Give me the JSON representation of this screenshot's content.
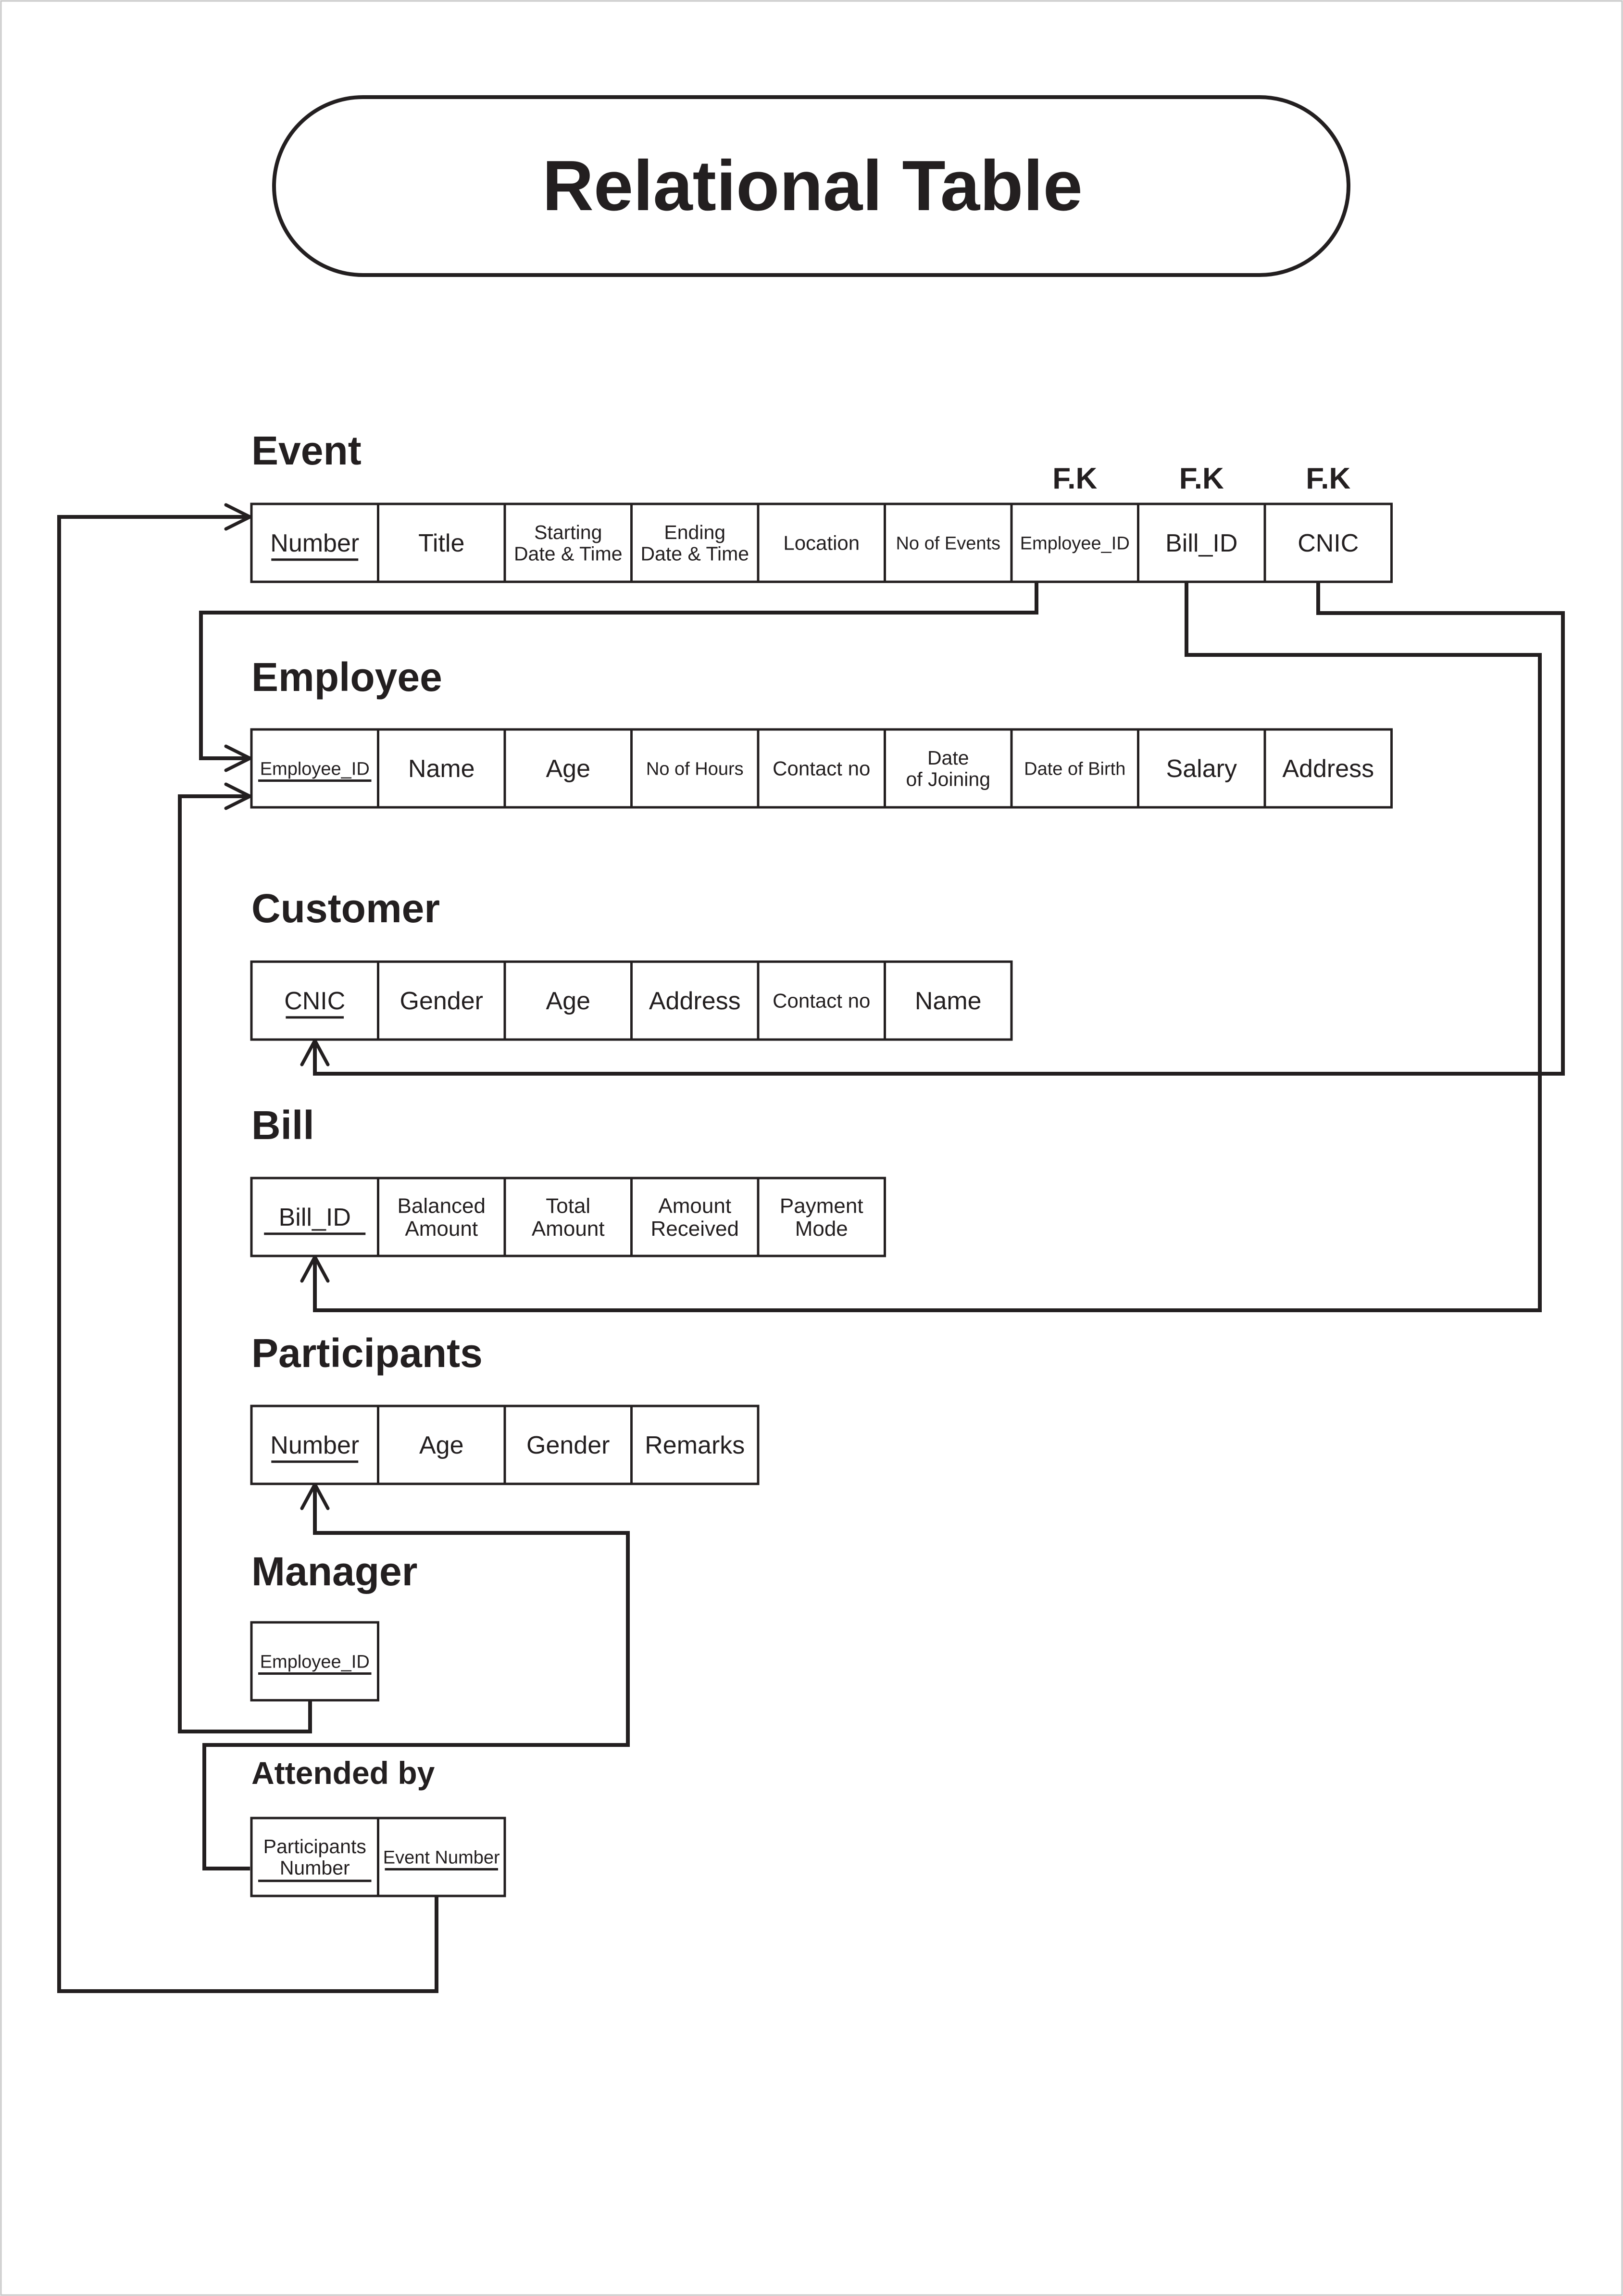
{
  "title": "Relational Table",
  "foreign_key_label": "F.K",
  "tables": [
    {
      "name": "Event",
      "columns": [
        {
          "label": "Number",
          "pk": true
        },
        {
          "label": "Title"
        },
        {
          "label": "Starting\nDate & Time"
        },
        {
          "label": "Ending\nDate & Time"
        },
        {
          "label": "Location"
        },
        {
          "label": "No of Events"
        },
        {
          "label": "Employee_ID",
          "fk": true
        },
        {
          "label": "Bill_ID",
          "fk": true
        },
        {
          "label": "CNIC",
          "fk": true
        }
      ]
    },
    {
      "name": "Employee",
      "columns": [
        {
          "label": "Employee_ID",
          "pk": true
        },
        {
          "label": "Name"
        },
        {
          "label": "Age"
        },
        {
          "label": "No of Hours"
        },
        {
          "label": "Contact no"
        },
        {
          "label": "Date\nof Joining"
        },
        {
          "label": "Date of Birth"
        },
        {
          "label": "Salary"
        },
        {
          "label": "Address"
        }
      ]
    },
    {
      "name": "Customer",
      "columns": [
        {
          "label": "CNIC",
          "pk": true
        },
        {
          "label": "Gender"
        },
        {
          "label": "Age"
        },
        {
          "label": "Address"
        },
        {
          "label": "Contact no"
        },
        {
          "label": "Name"
        }
      ]
    },
    {
      "name": "Bill",
      "columns": [
        {
          "label": "Bill_ID",
          "pk": true
        },
        {
          "label": "Balanced\nAmount"
        },
        {
          "label": "Total\nAmount"
        },
        {
          "label": "Amount\nReceived"
        },
        {
          "label": "Payment\nMode"
        }
      ]
    },
    {
      "name": "Participants",
      "columns": [
        {
          "label": "Number",
          "pk": true
        },
        {
          "label": "Age"
        },
        {
          "label": "Gender"
        },
        {
          "label": "Remarks"
        }
      ]
    },
    {
      "name": "Manager",
      "columns": [
        {
          "label": "Employee_ID",
          "pk": true
        }
      ]
    },
    {
      "name": "Attended by",
      "columns": [
        {
          "label": "Participants\nNumber",
          "pk": true
        },
        {
          "label": "Event Number",
          "pk": true
        }
      ]
    }
  ],
  "relationships": [
    {
      "from_table": "Event",
      "from_column": "Employee_ID",
      "to_table": "Employee",
      "to_column": "Employee_ID"
    },
    {
      "from_table": "Event",
      "from_column": "Bill_ID",
      "to_table": "Bill",
      "to_column": "Bill_ID"
    },
    {
      "from_table": "Event",
      "from_column": "CNIC",
      "to_table": "Customer",
      "to_column": "CNIC"
    },
    {
      "from_table": "Manager",
      "from_column": "Employee_ID",
      "to_table": "Employee",
      "to_column": "Employee_ID"
    },
    {
      "from_table": "Attended by",
      "from_column": "Participants Number",
      "to_table": "Participants",
      "to_column": "Number"
    },
    {
      "from_table": "Attended by",
      "from_column": "Event Number",
      "to_table": "Event",
      "to_column": "Number"
    }
  ]
}
